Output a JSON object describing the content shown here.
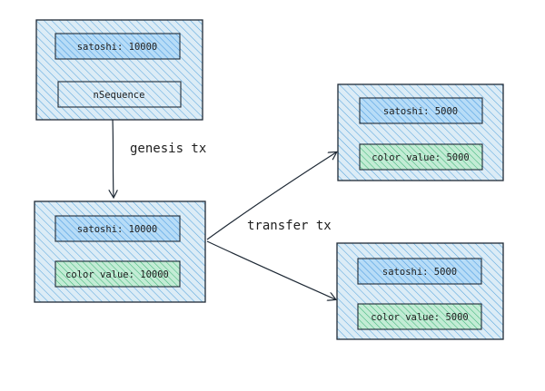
{
  "nodes": {
    "genesis_input": {
      "satoshi": "satoshi: 10000",
      "nsequence": "nSequence"
    },
    "genesis_output": {
      "satoshi": "satoshi: 10000",
      "color_value": "color value: 10000"
    },
    "transfer_output_1": {
      "satoshi": "satoshi: 5000",
      "color_value": "color value: 5000"
    },
    "transfer_output_2": {
      "satoshi": "satoshi: 5000",
      "color_value": "color value: 5000"
    }
  },
  "edges": {
    "genesis": "genesis tx",
    "transfer": "transfer tx"
  },
  "colors": {
    "outer_fill": "#cfe6f3",
    "satoshi_fill": "#a5d8ff",
    "color_value_fill": "#b2f2bb",
    "nsequence_fill": "#cfe6f3",
    "hatch_blue": "#4a9be0",
    "hatch_green": "#3fb57a",
    "stroke": "#1f2a36"
  }
}
